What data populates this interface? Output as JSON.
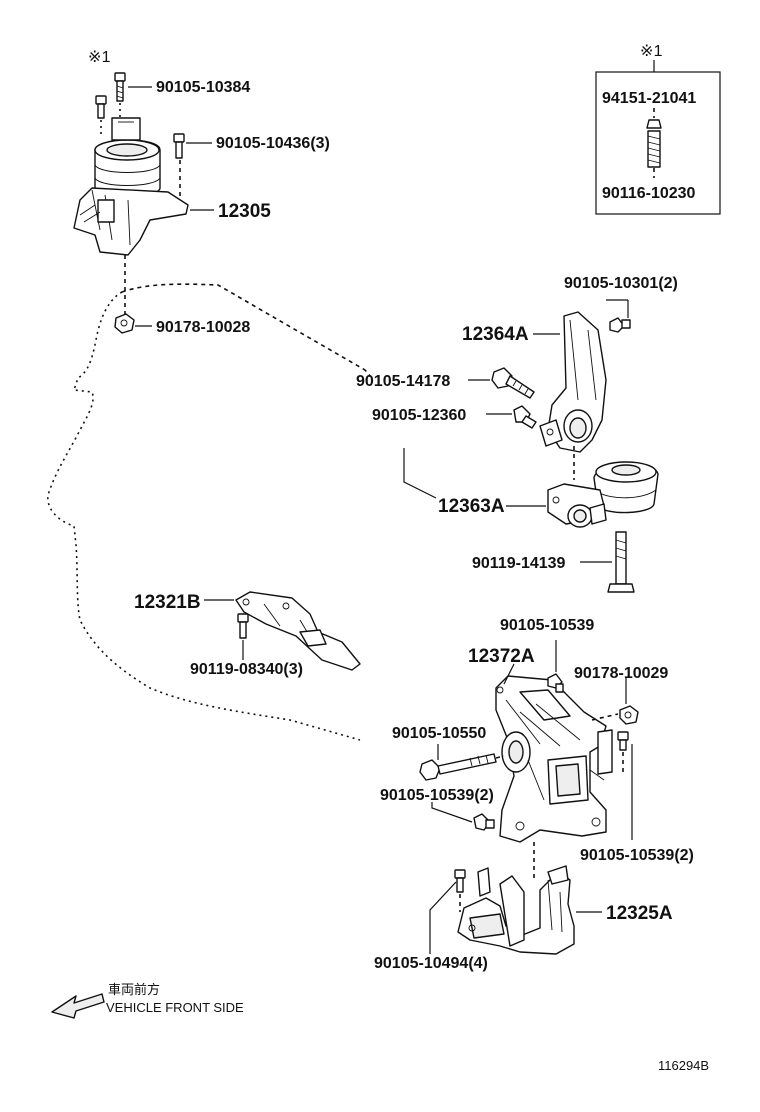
{
  "labels": {
    "note_mark_left": "※1",
    "note_mark_box": "※1",
    "p_90105_10384": "90105-10384",
    "p_90105_10436": "90105-10436(3)",
    "p_12305": "12305",
    "p_90178_10028": "90178-10028",
    "p_94151_21041": "94151-21041",
    "p_90116_10230": "90116-10230",
    "p_90105_10301": "90105-10301(2)",
    "p_12364A": "12364A",
    "p_90105_14178": "90105-14178",
    "p_90105_12360": "90105-12360",
    "p_12363A": "12363A",
    "p_90119_14139": "90119-14139",
    "p_12321B": "12321B",
    "p_90119_08340": "90119-08340(3)",
    "p_90105_10539_a": "90105-10539",
    "p_12372A": "12372A",
    "p_90178_10029": "90178-10029",
    "p_90105_10550": "90105-10550",
    "p_90105_10539_b": "90105-10539(2)",
    "p_90105_10539_c": "90105-10539(2)",
    "p_12325A": "12325A",
    "p_90105_10494": "90105-10494(4)",
    "front_jp": "車両前方",
    "front_en": "VEHICLE FRONT SIDE",
    "diagram_id": "116294B"
  }
}
